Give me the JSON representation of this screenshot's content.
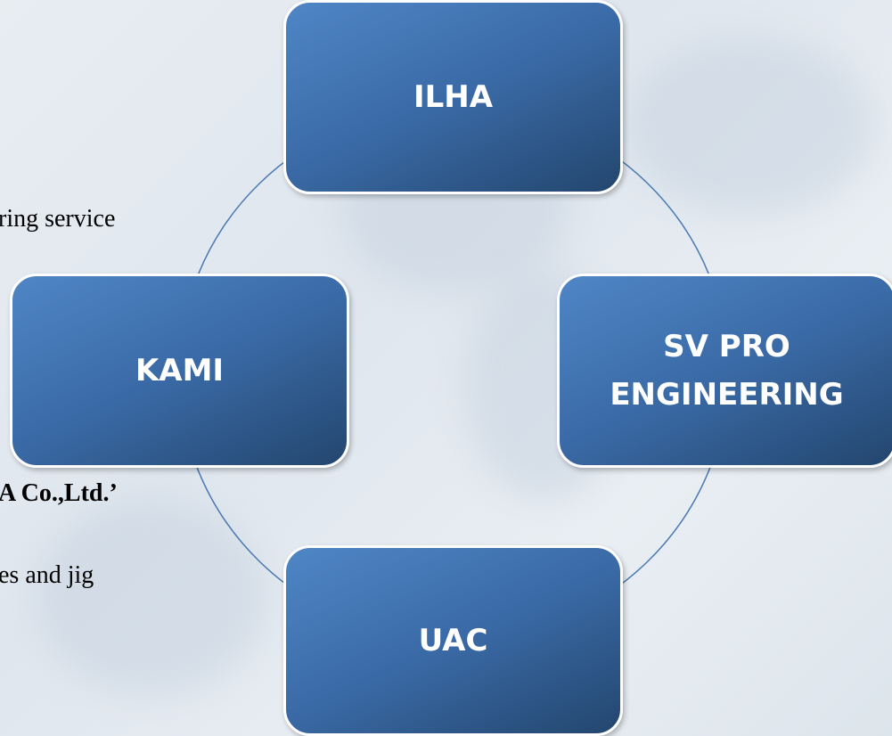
{
  "background_text": {
    "line1": "ring service",
    "line2": "A Co.,Ltd.’",
    "line3": "es and jig"
  },
  "nodes": {
    "top": "ILHA",
    "right": "SV PRO\nENGINEERING",
    "bottom": "UAC",
    "left": "KAMI"
  },
  "colors": {
    "node_fill_light": "#4f86c6",
    "node_fill_dark": "#23466e",
    "node_border": "#ffffff",
    "connector": "#4a79b0"
  }
}
